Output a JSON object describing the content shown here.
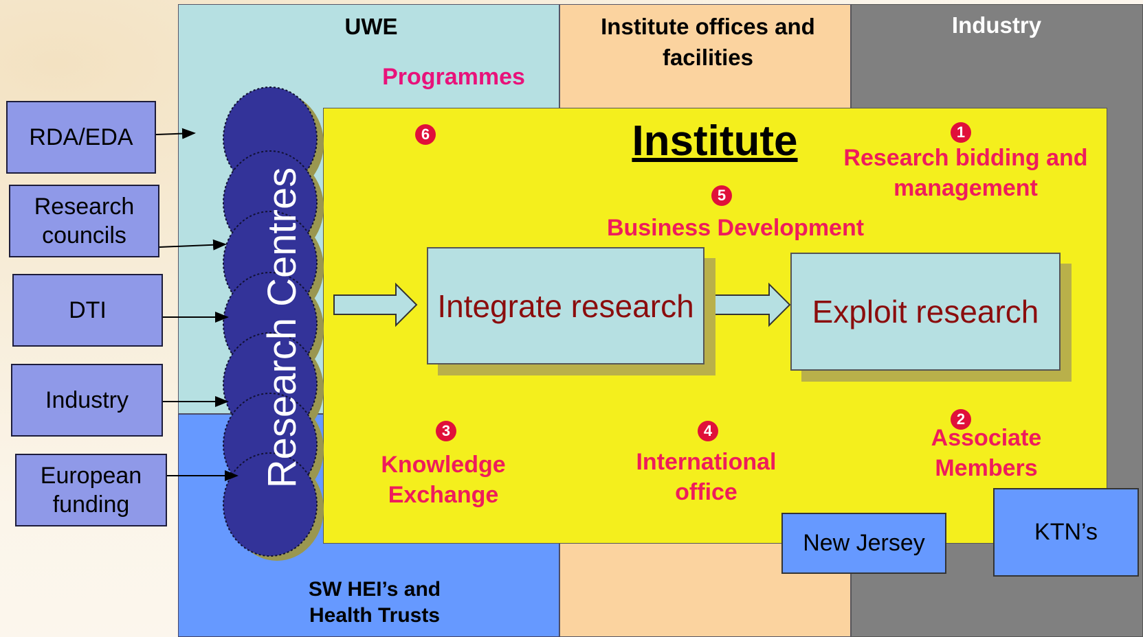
{
  "regions": {
    "uwe": "UWE",
    "institute_offices": "Institute offices and facilities",
    "industry": "Industry",
    "sw_hei": "SW HEI’s and Health Trusts",
    "programmes": "Programmes"
  },
  "institute": {
    "title": "Institute",
    "items": [
      {
        "number": "1",
        "label": "Research bidding and management"
      },
      {
        "number": "2",
        "label": "Associate Members"
      },
      {
        "number": "3",
        "label": "Knowledge Exchange"
      },
      {
        "number": "4",
        "label": "International office"
      },
      {
        "number": "5",
        "label": "Business Development"
      },
      {
        "number": "6",
        "label": ""
      }
    ]
  },
  "research_centres": "Research Centres",
  "funding_sources": [
    "RDA/EDA",
    "Research councils",
    "DTI",
    "Industry",
    "European funding"
  ],
  "process": {
    "integrate": "Integrate research",
    "exploit": "Exploit research"
  },
  "partners": {
    "new_jersey": "New Jersey",
    "ktns": "KTN’s"
  },
  "colors": {
    "uwe_region": "#b6e0e2",
    "institute_offices_region": "#fbd39f",
    "industry_region": "#808080",
    "sw_hei_region": "#6699ff",
    "institute_box": "#f4ef1d",
    "research_centre_ellipse": "#333399",
    "label_red": "#ee1c5c",
    "programmes_pink": "#e8127a",
    "funding_box": "#8f99e8"
  }
}
